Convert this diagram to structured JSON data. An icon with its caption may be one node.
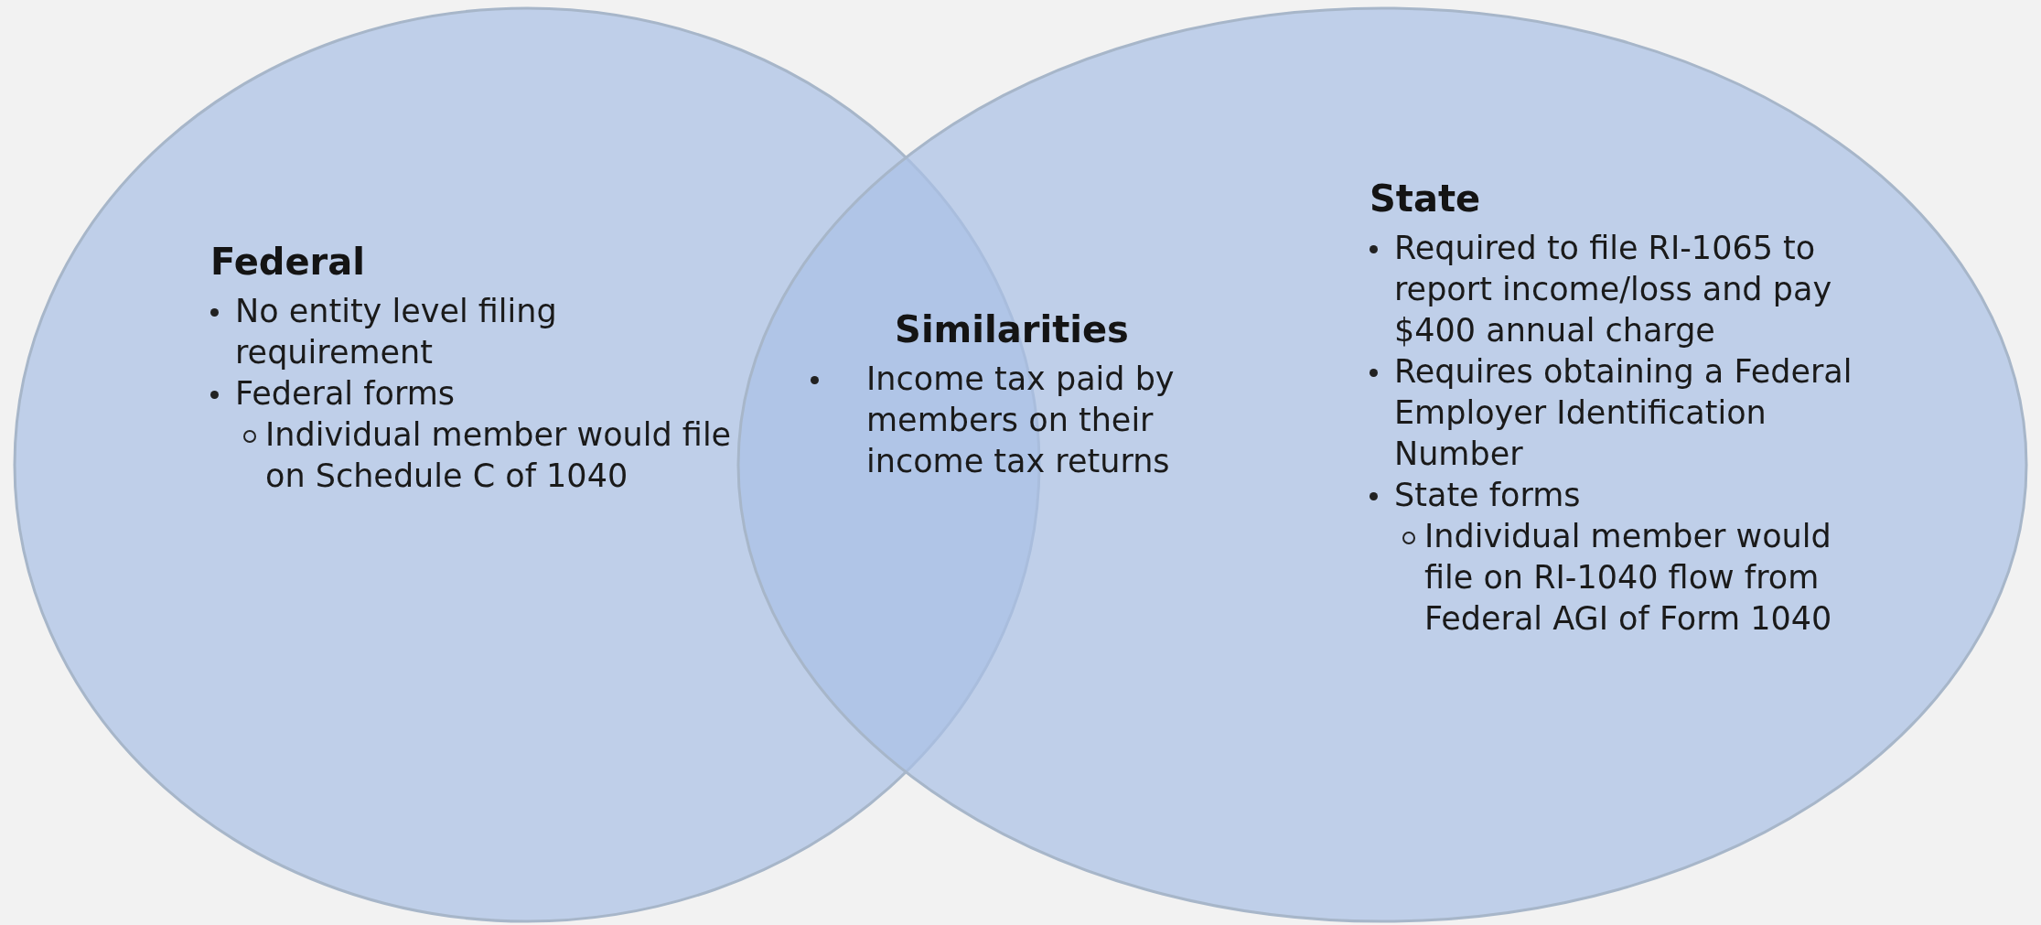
{
  "diagram": {
    "nodes": [
      {
        "text": [
          "Federal",
          "No entity level filing requirement",
          "Federal forms",
          "Individual member would file on Schedule C of 1040"
        ]
      },
      {
        "text": [
          "State",
          "Required to file RI-1065 to report income/loss and pay $400 annual charge",
          "Requires obtaining a Federal Employer Identification Number",
          "State forms",
          "Individual member would file on RI-1040 flow from Federal AGI of Form 1040"
        ]
      },
      {
        "text": [
          "Similarities",
          "Income tax paid by members on their income tax returns"
        ]
      }
    ]
  }
}
